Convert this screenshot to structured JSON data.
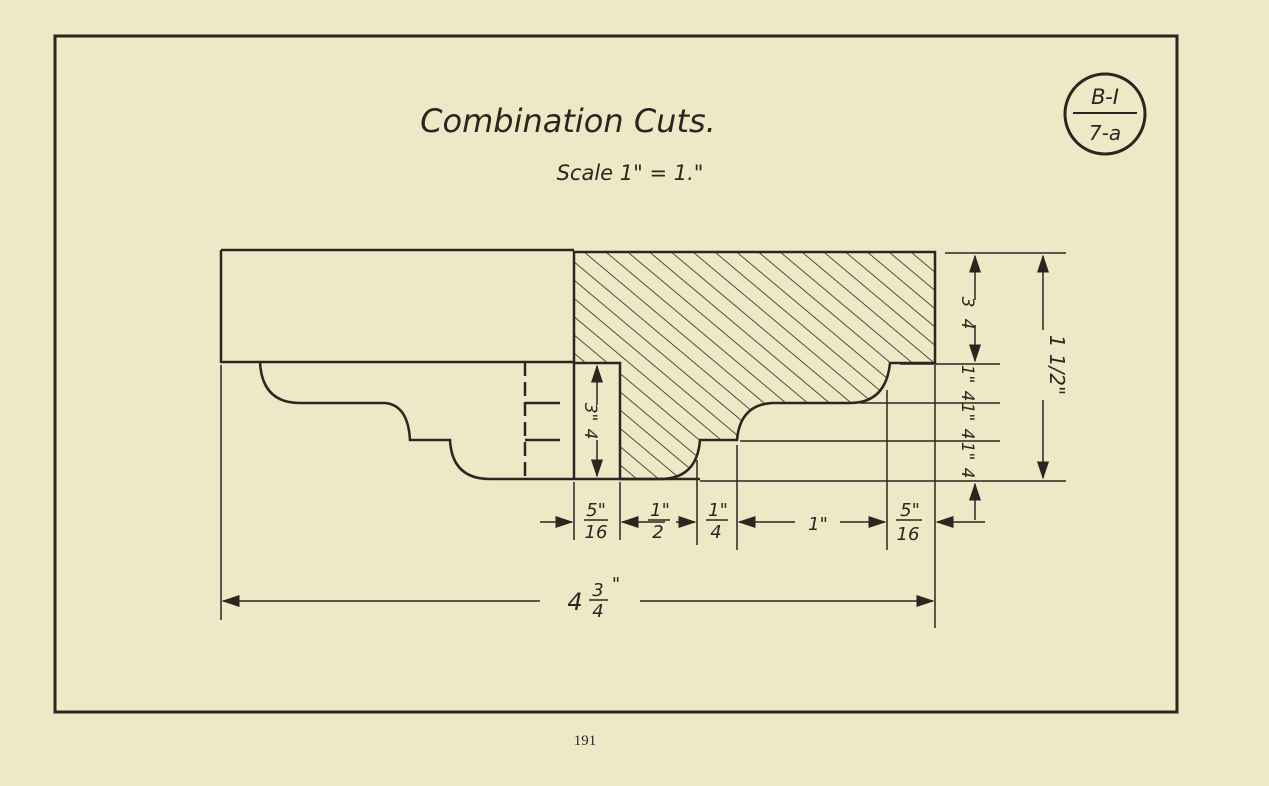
{
  "title": "Combination Cuts.",
  "scale": "Scale 1\" = 1.\"",
  "badge": {
    "top": "B-I",
    "bottom": "7-a"
  },
  "dimensions": {
    "right_top": {
      "num": "3",
      "den": "4"
    },
    "right_1": {
      "num": "1\"",
      "den": "4"
    },
    "right_2": {
      "num": "1\"",
      "den": "4"
    },
    "right_3": {
      "num": "1\"",
      "den": "4"
    },
    "overall_height": "1 1/2\"",
    "inner_height": {
      "num": "3\"",
      "den": "4"
    },
    "b1": {
      "num": "5\"",
      "den": "16"
    },
    "b2": {
      "num": "1\"",
      "den": "2"
    },
    "b3": {
      "num": "1\"",
      "den": "4"
    },
    "b4": "1\"",
    "b5": {
      "num": "5\"",
      "den": "16"
    },
    "overall_width": {
      "whole": "4",
      "num": "3",
      "den": "4",
      "mark": "\""
    }
  },
  "page_number": "191"
}
